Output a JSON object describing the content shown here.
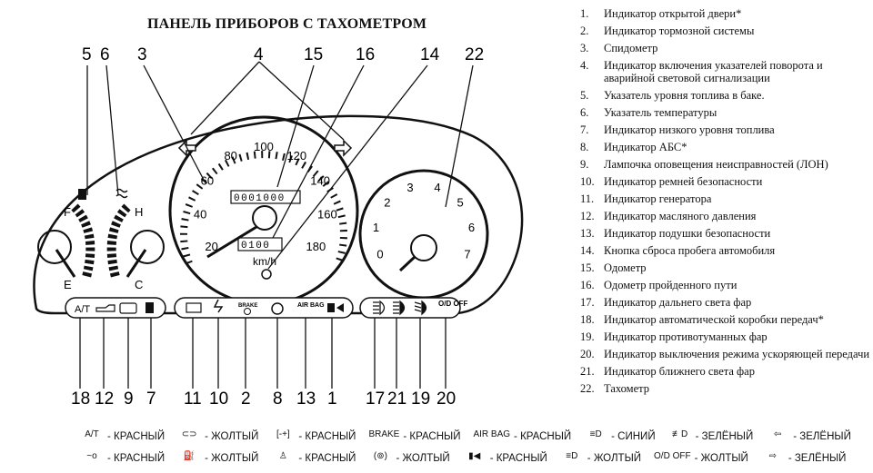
{
  "title": "ПАНЕЛЬ ПРИБОРОВ С ТАХОМЕТРОМ",
  "top_callouts": [
    "5",
    "6",
    "3",
    "4",
    "15",
    "16",
    "14",
    "22"
  ],
  "bottom_callouts": [
    "18",
    "12",
    "9",
    "7",
    "11",
    "10",
    "2",
    "8",
    "13",
    "1",
    "17",
    "21",
    "19",
    "20"
  ],
  "gauges": {
    "fuel": {
      "full": "F",
      "empty": "E"
    },
    "temp": {
      "hot": "H",
      "cold": "C"
    },
    "speedo": {
      "ticks": [
        "20",
        "40",
        "60",
        "80",
        "100",
        "120",
        "140",
        "160",
        "180"
      ],
      "odometer": "0001000",
      "trip": "0100",
      "unit": "km/h"
    },
    "tacho": {
      "ticks": [
        "0",
        "1",
        "2",
        "3",
        "4",
        "5",
        "6",
        "7"
      ]
    }
  },
  "indicator_labels": {
    "at": "A/T",
    "brake": "BRAKE",
    "airbag": "AIR BAG",
    "od": "O/D OFF"
  },
  "legend": [
    {
      "n": "1.",
      "text": "Индикатор открытой двери*"
    },
    {
      "n": "2.",
      "text": "Индикатор тормозной системы"
    },
    {
      "n": "3.",
      "text": "Спидометр"
    },
    {
      "n": "4.",
      "text": "Индикатор включения указателей поворота и аварийной световой сигнализации"
    },
    {
      "n": "5.",
      "text": "Указатель уровня топлива в баке."
    },
    {
      "n": "6.",
      "text": "Указатель температуры"
    },
    {
      "n": "7.",
      "text": "Индикатор низкого уровня топлива"
    },
    {
      "n": "8.",
      "text": "Индикатор АБС*"
    },
    {
      "n": "9.",
      "text": "Лампочка оповещения неисправностей (ЛОН)"
    },
    {
      "n": "10.",
      "text": "Индикатор ремней безопасности"
    },
    {
      "n": "11.",
      "text": "Индикатор генератора"
    },
    {
      "n": "12.",
      "text": "Индикатор масляного давления"
    },
    {
      "n": "13.",
      "text": "Индикатор подушки безопасности"
    },
    {
      "n": "14.",
      "text": "Кнопка сброса пробега автомобиля"
    },
    {
      "n": "15.",
      "text": "Одометр"
    },
    {
      "n": "16.",
      "text": "Одометр пройденного пути"
    },
    {
      "n": "17.",
      "text": "Индикатор дальнего света фар"
    },
    {
      "n": "18.",
      "text": "Индикатор автоматической коробки передач*"
    },
    {
      "n": "19.",
      "text": "Индикатор противотуманных фар"
    },
    {
      "n": "20.",
      "text": "Индикатор выключения режима ускоряющей передачи"
    },
    {
      "n": "21.",
      "text": "Индикатор ближнего света фар"
    },
    {
      "n": "22.",
      "text": "Тахометр"
    }
  ],
  "color_key": {
    "row1": [
      {
        "icon": "A/T",
        "icon_name": "at-icon",
        "color": "- КРАСНЫЙ"
      },
      {
        "icon": "⊂⊃",
        "icon_name": "engine-icon",
        "color": "- ЖОЛТЫЙ"
      },
      {
        "icon": "[-+]",
        "icon_name": "battery-icon",
        "color": "- КРАСНЫЙ"
      },
      {
        "icon": "BRAKE",
        "icon_name": "brake-icon",
        "color": "- КРАСНЫЙ"
      },
      {
        "icon": "AIR BAG",
        "icon_name": "airbag-icon",
        "color": "- КРАСНЫЙ"
      },
      {
        "icon": "≡D",
        "icon_name": "high-beam-icon",
        "color": "- СИНИЙ"
      },
      {
        "icon": "≢D",
        "icon_name": "fog-light-icon",
        "color": "- ЗЕЛЁНЫЙ"
      },
      {
        "icon": "⇦",
        "icon_name": "turn-left-icon",
        "color": "- ЗЕЛЁНЫЙ"
      }
    ],
    "row2": [
      {
        "icon": "~o",
        "icon_name": "oil-icon",
        "color": "- КРАСНЫЙ"
      },
      {
        "icon": "⛽",
        "icon_name": "fuel-icon",
        "color": "- ЖОЛТЫЙ"
      },
      {
        "icon": "♙",
        "icon_name": "seatbelt-icon",
        "color": "- КРАСНЫЙ"
      },
      {
        "icon": "(⊚)",
        "icon_name": "abs-icon",
        "color": "- ЖОЛТЫЙ"
      },
      {
        "icon": "▮◀",
        "icon_name": "door-icon",
        "color": "- КРАСНЫЙ"
      },
      {
        "icon": "≡D",
        "icon_name": "low-beam-icon",
        "color": "- ЖОЛТЫЙ"
      },
      {
        "icon": "O/D OFF",
        "icon_name": "od-off-icon",
        "color": "- ЖОЛТЫЙ"
      },
      {
        "icon": "⇨",
        "icon_name": "turn-right-icon",
        "color": "- ЗЕЛЁНЫЙ"
      }
    ]
  }
}
